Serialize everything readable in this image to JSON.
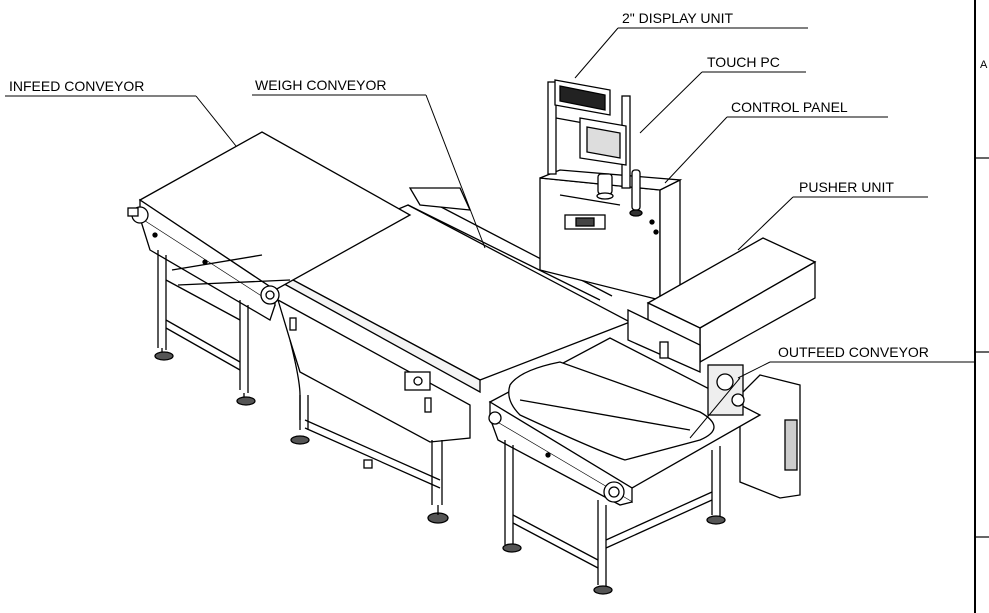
{
  "drawing": {
    "labels": {
      "display_unit": "2\" DISPLAY UNIT",
      "touch_pc": "TOUCH PC",
      "infeed_conveyor": "INFEED CONVEYOR",
      "weigh_conveyor": "WEIGH CONVEYOR",
      "control_panel": "CONTROL PANEL",
      "pusher_unit": "PUSHER UNIT",
      "outfeed_conveyor": "OUTFEED CONVEYOR"
    },
    "border_zone_letter": "A"
  }
}
